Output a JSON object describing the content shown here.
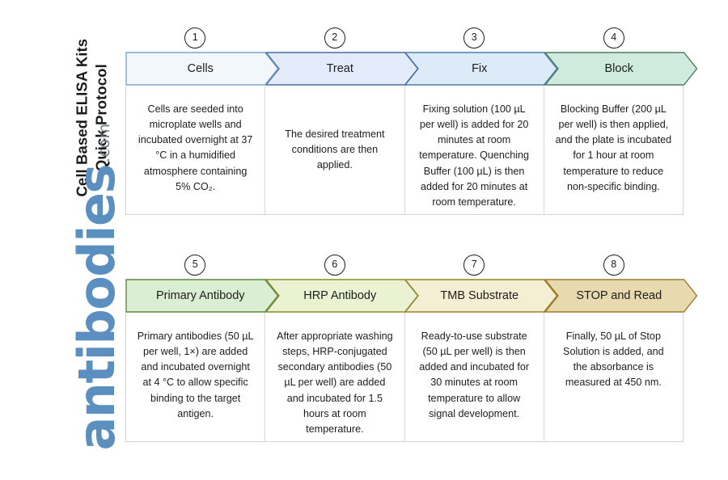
{
  "sidebar": {
    "title": "Cell Based ELISA Kits\nQuick Protocol",
    "logo_word": "antibodies",
    "logo_tld": ".com",
    "logo_color": "#5b8fc0"
  },
  "flow": {
    "rows": [
      {
        "name": "row-1",
        "steps": [
          {
            "number": "1",
            "label": "Cells",
            "body": "Cells are seeded into microplate wells and incubated overnight at 37 °C in a humidified atmosphere containing 5% CO₂.",
            "fill": "#f2f7fb",
            "stroke": "#7da7c4"
          },
          {
            "number": "2",
            "label": "Treat",
            "body": "The desired treatment conditions are then applied.",
            "fill": "#e3eafa",
            "stroke": "#4a6fa5"
          },
          {
            "number": "3",
            "label": "Fix",
            "body": "Fixing solution (100 µL per well) is added for 20 minutes at room temperature. Quenching Buffer (100 µL) is then added for 20 minutes at room temperature.",
            "fill": "#ddeaf8",
            "stroke": "#4a7fa8"
          },
          {
            "number": "4",
            "label": "Block",
            "body": "Blocking Buffer (200 µL per well) is then applied, and the plate is incubated for 1 hour at room temperature to reduce non-specific binding.",
            "fill": "#cfeade",
            "stroke": "#4f7a5d"
          }
        ]
      },
      {
        "name": "row-2",
        "steps": [
          {
            "number": "5",
            "label": "Primary Antibody",
            "body": "Primary antibodies (50 µL per well, 1×) are added and incubated overnight at 4 °C to allow specific binding to the target antigen.",
            "fill": "#d9eed2",
            "stroke": "#5f8a3f"
          },
          {
            "number": "6",
            "label": "HRP Antibody",
            "body": "After appropriate washing steps, HRP-conjugated secondary antibodies (50 µL per well) are added and incubated for 1.5 hours at room temperature.",
            "fill": "#eaf2d2",
            "stroke": "#8a8a2e"
          },
          {
            "number": "7",
            "label": "TMB Substrate",
            "body": "Ready-to-use substrate (50 µL per well) is then added and incubated for 30 minutes at room temperature to allow signal development.",
            "fill": "#f4eed2",
            "stroke": "#9a8129"
          },
          {
            "number": "8",
            "label": "STOP and Read",
            "body": "Finally, 50 µL of Stop Solution is added, and the absorbance is measured at 450 nm.",
            "fill": "#e8d9ae",
            "stroke": "#9a7c2b"
          }
        ]
      }
    ]
  }
}
